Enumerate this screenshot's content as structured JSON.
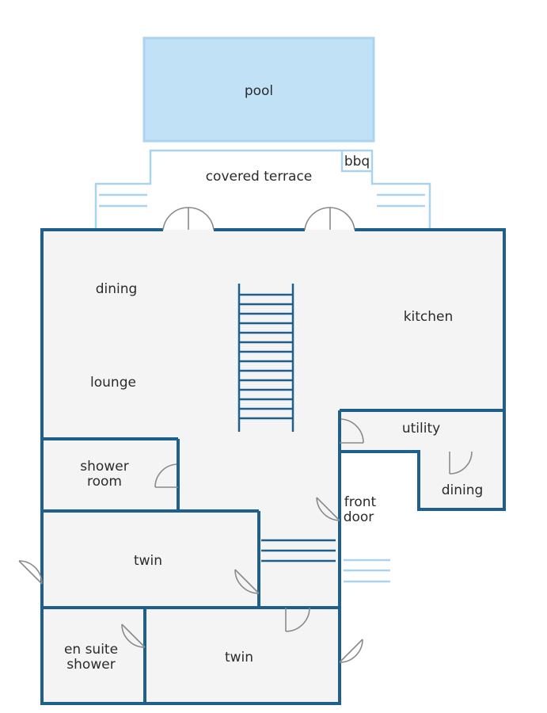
{
  "colors": {
    "wall": "#1f5f8b",
    "floor": "#f4f4f4",
    "pool_fill": "#c1e1f6",
    "pool_stroke": "#a9d3ef",
    "door_swing": "#8a8a8a"
  },
  "rooms": {
    "pool": "pool",
    "covered_terrace": "covered terrace",
    "bbq": "bbq",
    "dining_main": "dining",
    "lounge": "lounge",
    "kitchen": "kitchen",
    "utility": "utility",
    "dining_small": "dining",
    "shower_room_line1": "shower",
    "shower_room_line2": "room",
    "front_door_line1": "front",
    "front_door_line2": "door",
    "twin_upper": "twin",
    "twin_lower": "twin",
    "en_suite_line1": "en suite",
    "en_suite_line2": "shower"
  }
}
